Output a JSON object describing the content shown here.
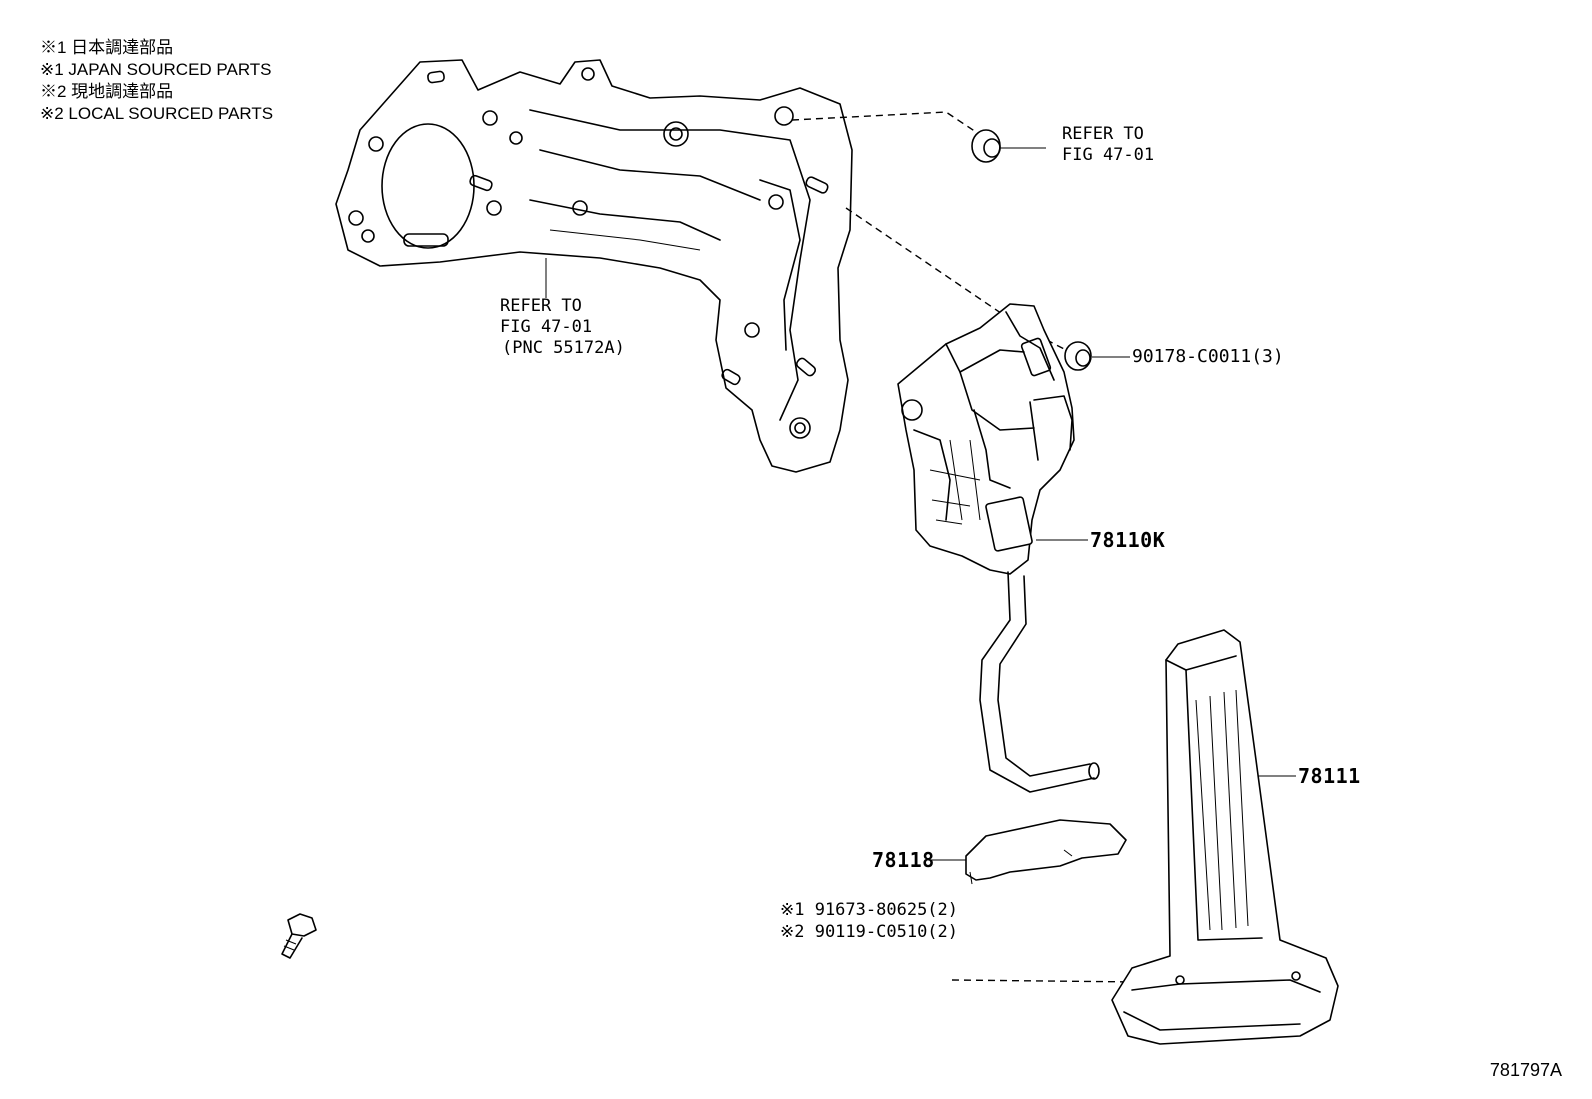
{
  "notes": [
    "※1 日本調達部品",
    "※1 JAPAN SOURCED PARTS",
    "※2 現地調達部品",
    "※2 LOCAL SOURCED PARTS"
  ],
  "labels": {
    "refer_top": [
      "REFER TO",
      "FIG 47-01"
    ],
    "refer_bracket": [
      "REFER TO",
      "FIG 47-01",
      "(PNC 55172A)"
    ],
    "nut": "90178-C0011(3)",
    "sensor_assy": "78110K",
    "pedal_pad": "78111",
    "cover": "78118",
    "bolt_1": "※1 91673-80625(2)",
    "bolt_2": "※2 90119-C0510(2)"
  },
  "figure_id": "781797A"
}
